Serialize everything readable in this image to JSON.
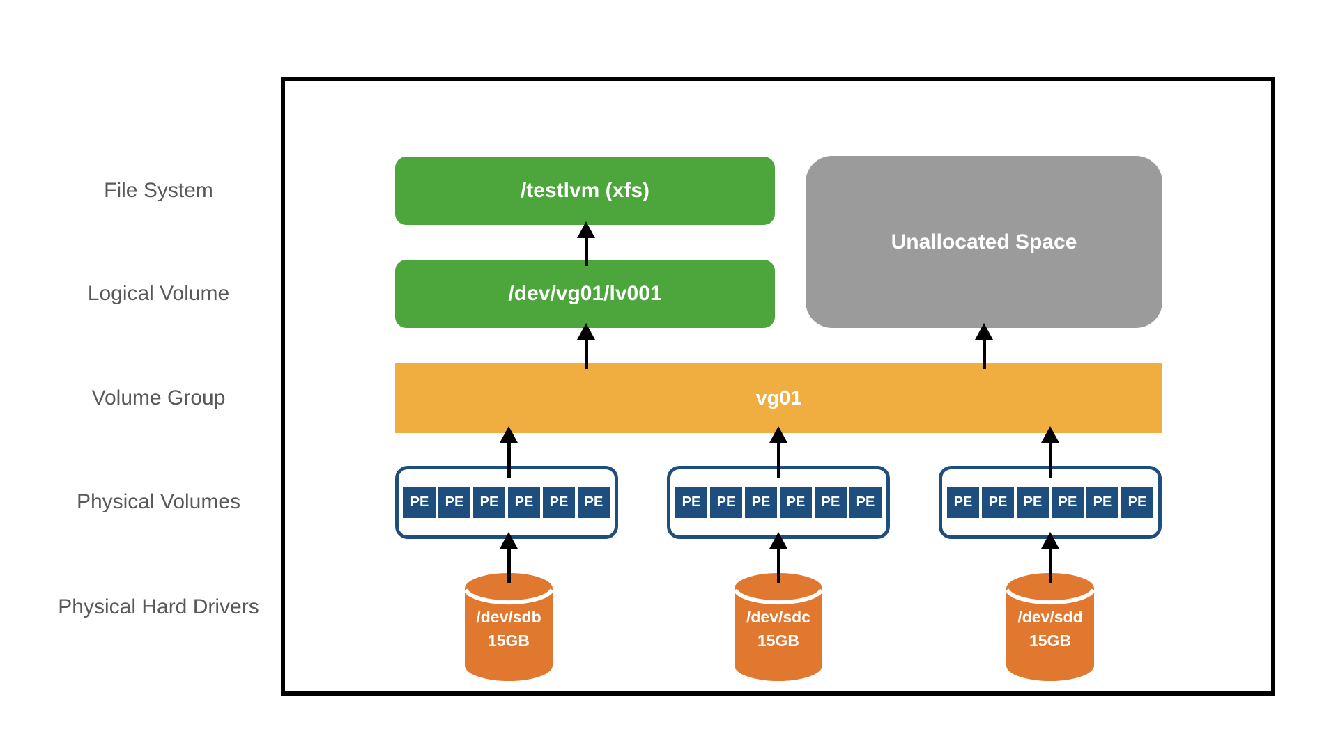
{
  "diagram": {
    "kind": "LVM architecture diagram",
    "row_labels": [
      "File System",
      "Logical Volume",
      "Volume Group",
      "Physical Volumes",
      "Physical Hard Drivers"
    ],
    "file_system": {
      "label": "/testlvm (xfs)"
    },
    "logical_volume": {
      "label": "/dev/vg01/lv001"
    },
    "unallocated_space": {
      "label": "Unallocated Space"
    },
    "volume_group": {
      "label": "vg01"
    },
    "physical_volumes": {
      "count": 3,
      "pe_per_volume": 6,
      "pe_label": "PE"
    },
    "disks": [
      {
        "device": "/dev/sdb",
        "size": "15GB"
      },
      {
        "device": "/dev/sdc",
        "size": "15GB"
      },
      {
        "device": "/dev/sdd",
        "size": "15GB"
      }
    ],
    "colors": {
      "green": "#4ca63c",
      "volume_group_amber": "#efae3f",
      "disk_orange": "#e0782f",
      "unallocated_gray": "#9b9b9b",
      "pe_navy": "#1e4e7e",
      "label_text": "#595959",
      "frame_border": "#000000",
      "node_text": "#ffffff"
    }
  }
}
